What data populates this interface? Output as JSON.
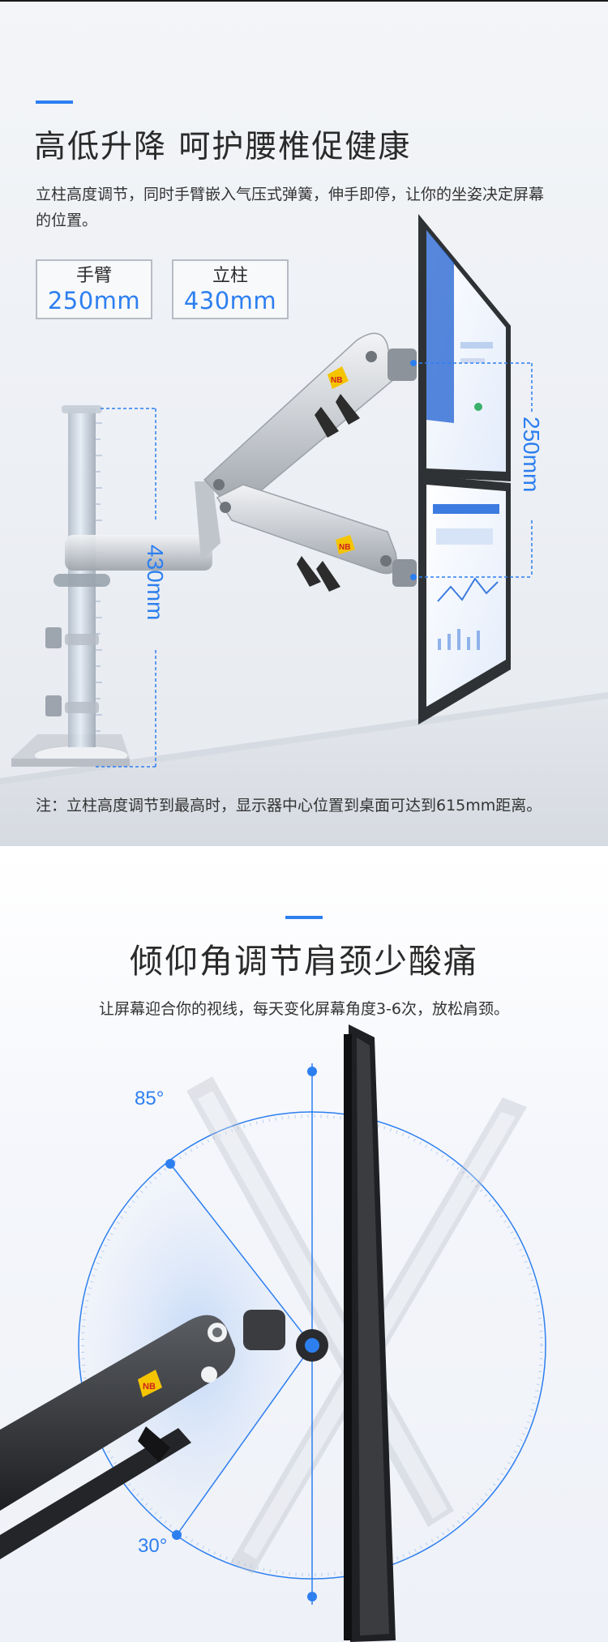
{
  "section_height": {
    "title": "高低升降  呵护腰椎促健康",
    "description": "立柱高度调节，同时手臂嵌入气压式弹簧，伸手即停，让你的坐姿决定屏幕的位置。",
    "specs": [
      {
        "label": "手臂",
        "value": "250mm"
      },
      {
        "label": "立柱",
        "value": "430mm"
      }
    ],
    "dimension_pole": "430mm",
    "dimension_monitors": "250mm",
    "logo_text": "NB",
    "note": "注：立柱高度调节到最高时，显示器中心位置到桌面可达到615mm距离。"
  },
  "section_tilt": {
    "title": "倾仰角调节肩颈少酸痛",
    "description": "让屏幕迎合你的视线，每天变化屏幕角度3-6次，放松肩颈。",
    "angle_up": "85°",
    "angle_down": "30°",
    "logo_text": "NB"
  },
  "colors": {
    "accent": "#2d7ff0",
    "arm_silver": "#d5d8dc",
    "arm_black": "#2b2b2b",
    "logo_yellow": "#f5c400"
  }
}
